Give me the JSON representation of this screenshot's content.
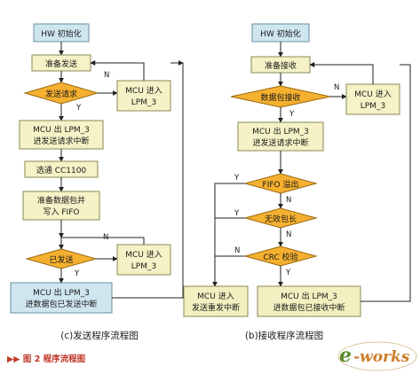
{
  "left": {
    "hw_init": "HW 初始化",
    "prepare_send": "准备发送",
    "send_request": "发送请求",
    "mcu_enter_lpm3_1": [
      "MCU 进入",
      "LPM_3"
    ],
    "mcu_exit_lpm3": [
      "MCU 出 LPM_3",
      "进发送请求中断"
    ],
    "select_cc1100": "选通 CC1100",
    "prepare_packet": [
      "准备数据包并",
      "写入 FIFO"
    ],
    "sent": "已发送",
    "mcu_enter_lpm3_2": [
      "MCU 进入",
      "LPM_3"
    ],
    "mcu_exit_lpm3_sent": [
      "MCU 出 LPM_3",
      "进数据包已发送中断"
    ],
    "caption": "(c)发送程序流程图"
  },
  "right": {
    "hw_init": "HW 初始化",
    "prepare_receive": "准备接收",
    "packet_received": "数据包接收",
    "mcu_enter_lpm3": [
      "MCU 进入",
      "LPM_3"
    ],
    "mcu_exit_lpm3": [
      "MCU 出 LPM_3",
      "进发送请求中断"
    ],
    "fifo_overflow": "FIFO 溢出",
    "invalid_length": "无效包长",
    "crc_check": "CRC 校验",
    "mcu_enter_resend": [
      "MCU 进入",
      "发送重发中断"
    ],
    "mcu_exit_received": [
      "MCU 出 LPM_3",
      "进数据包已接收中断"
    ],
    "caption": "(b)接收程序流程图"
  },
  "labels": {
    "yes": "Y",
    "no": "N"
  },
  "figure_caption": "▶▶ 图 2  程序流程图",
  "watermark": "e-works",
  "colors": {
    "box_fill": "#f4f2c6",
    "box_blue": "#cfe6ef",
    "box_yellow": "#f2f0c0",
    "diamond_fill": "#f5b030",
    "line": "#222222"
  }
}
